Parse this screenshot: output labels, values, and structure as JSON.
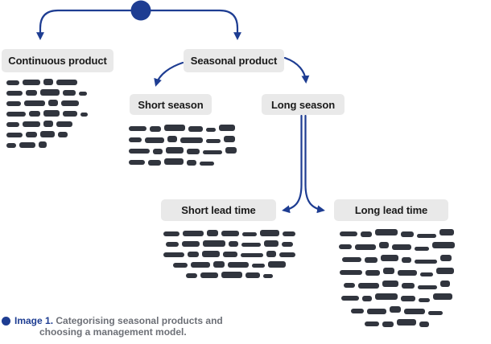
{
  "diagram": {
    "title": "Categorising seasonal products decision tree",
    "nodes": {
      "continuous": {
        "label": "Continuous product"
      },
      "seasonal": {
        "label": "Seasonal product"
      },
      "short_season": {
        "label": "Short season"
      },
      "long_season": {
        "label": "Long season"
      },
      "short_lead": {
        "label": "Short lead time"
      },
      "long_lead": {
        "label": "Long lead time"
      }
    },
    "edges": [
      {
        "from": "root-decision-node",
        "to": "continuous"
      },
      {
        "from": "root-decision-node",
        "to": "seasonal"
      },
      {
        "from": "seasonal",
        "to": "short_season"
      },
      {
        "from": "seasonal",
        "to": "long_season"
      },
      {
        "from": "long_season",
        "to": "short_lead"
      },
      {
        "from": "long_season",
        "to": "long_lead"
      }
    ],
    "colors": {
      "arrow_blue": "#1e3d92",
      "node_background": "#e9e9e9",
      "node_text": "#1a1a1a",
      "greeked_text_ink": "#20242e",
      "caption_label_blue": "#1e3d92",
      "caption_text_gray": "#6d7077"
    }
  },
  "illegible_blocks": [
    {
      "attached_to": "continuous",
      "note": "illegible greeked body text, not readable in source image",
      "lines": [
        [
          16,
          22,
          12,
          26
        ],
        [
          20,
          14,
          24,
          16,
          10
        ],
        [
          18,
          26,
          12,
          22
        ],
        [
          24,
          14,
          20,
          18,
          9
        ],
        [
          16,
          22,
          12,
          20
        ],
        [
          20,
          14,
          18,
          12
        ],
        [
          12,
          20,
          10
        ]
      ]
    },
    {
      "attached_to": "short_season",
      "note": "illegible greeked body text, not readable in source image",
      "lines": [
        [
          22,
          14,
          26,
          18,
          12,
          20
        ],
        [
          16,
          24,
          12,
          28,
          18,
          14
        ],
        [
          26,
          12,
          22,
          16,
          24,
          14
        ],
        [
          20,
          16,
          24,
          12,
          18
        ]
      ]
    },
    {
      "attached_to": "short_lead",
      "note": "illegible greeked body text, not readable in source image",
      "lines": [
        [
          20,
          26,
          14,
          22,
          18,
          24,
          16
        ],
        [
          16,
          22,
          28,
          12,
          24,
          18,
          14
        ],
        [
          26,
          14,
          22,
          18,
          28,
          12,
          20
        ],
        [
          18,
          24,
          14,
          26,
          16,
          22
        ],
        [
          14,
          22,
          26,
          18,
          12
        ]
      ]
    },
    {
      "attached_to": "long_lead",
      "note": "illegible greeked body text, not readable in source image",
      "lines": [
        [
          22,
          14,
          28,
          16,
          24,
          18
        ],
        [
          16,
          26,
          12,
          24,
          18,
          28
        ],
        [
          24,
          16,
          22,
          12,
          28,
          14
        ],
        [
          28,
          18,
          14,
          24,
          16,
          22
        ],
        [
          14,
          26,
          20,
          16,
          24,
          12
        ],
        [
          22,
          12,
          28,
          18,
          14,
          24
        ],
        [
          16,
          24,
          14,
          26,
          18
        ],
        [
          18,
          14,
          24,
          12
        ]
      ]
    }
  ],
  "caption": {
    "label": "Image 1.",
    "line1": "Categorising seasonal products and",
    "line2": "choosing a management model."
  }
}
